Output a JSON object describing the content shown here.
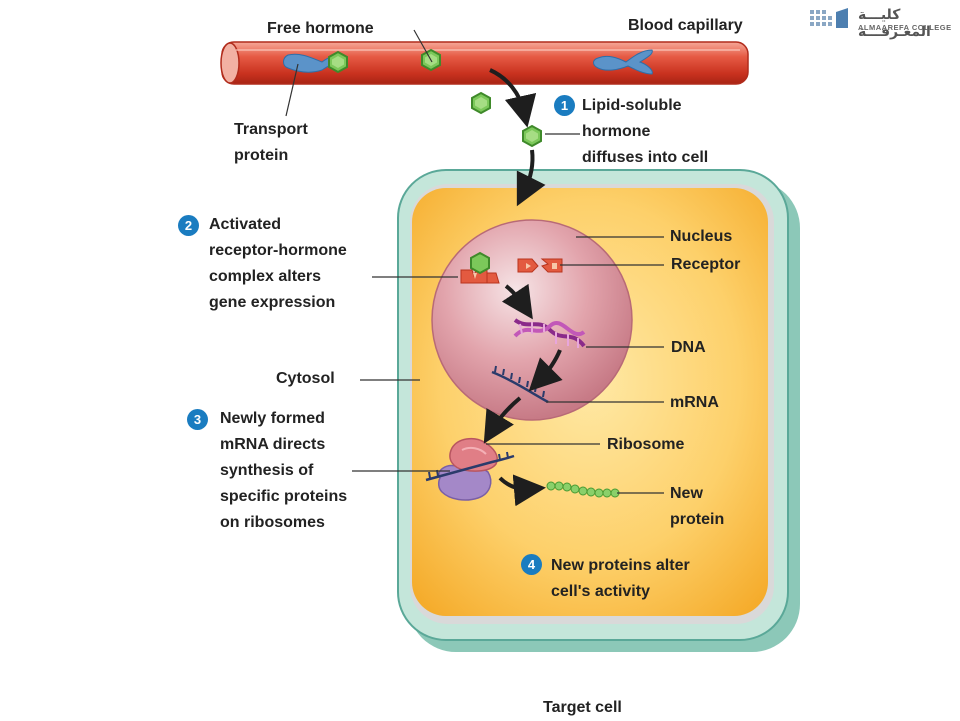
{
  "labels": {
    "free_hormone": "Free hormone",
    "blood_capillary": "Blood capillary",
    "transport_protein": [
      "Transport",
      "protein"
    ],
    "step1": [
      "Lipid-soluble",
      "hormone",
      "diffuses into cell"
    ],
    "step2": [
      "Activated",
      "receptor-hormone",
      "complex alters",
      "gene expression"
    ],
    "nucleus": "Nucleus",
    "receptor": "Receptor",
    "dna": "DNA",
    "cytosol": "Cytosol",
    "mrna": "mRNA",
    "step3": [
      "Newly formed",
      "mRNA directs",
      "synthesis of",
      "specific proteins",
      "on ribosomes"
    ],
    "ribosome": "Ribosome",
    "new_protein": [
      "New",
      "protein"
    ],
    "step4": [
      "New proteins alter",
      "cell's activity"
    ],
    "target_cell": "Target cell"
  },
  "badges": [
    "1",
    "2",
    "3",
    "4"
  ],
  "logo": {
    "arabic": "كليـــة المعـرفـــة",
    "english": "ALMAAREFA COLLEGE"
  },
  "colors": {
    "capillary": "#d9412f",
    "hormone": "#6cc04a",
    "cytoplasm": "#fcc84a",
    "cell_wall": "#b8e0d4",
    "nucleus": "#d8919a",
    "receptor": "#e05840",
    "badge": "#1a7cc0"
  }
}
